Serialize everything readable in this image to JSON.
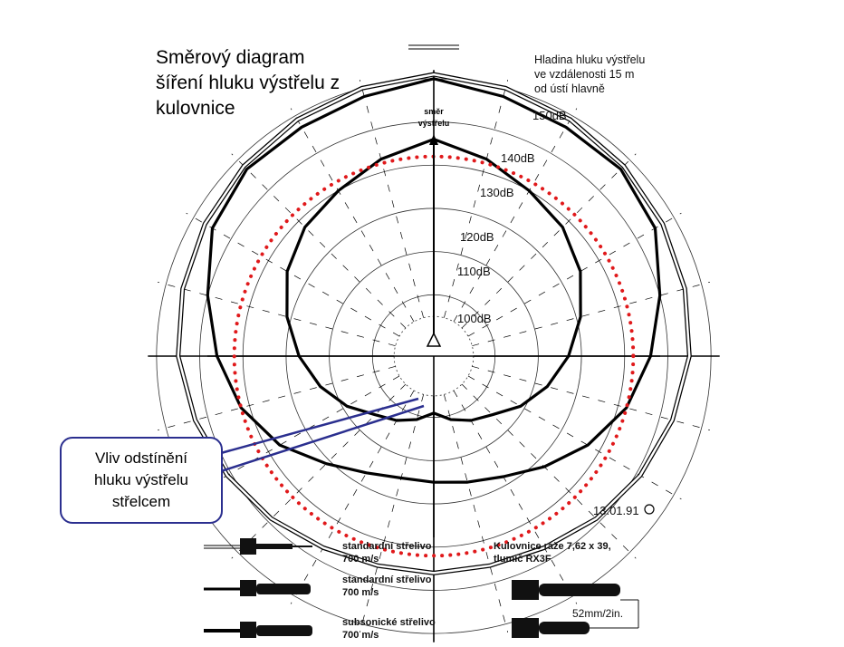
{
  "title": "Směrový diagram\nšíření hluku výstřelu z\nkulovnice",
  "note": "Hladina hluku výstřelu\nve vzdálenosti 15 m\nod ústí hlavně",
  "direction_label": "směr\nvýstřelu",
  "callout": "Vliv odstínění\nhluku výstřelu\nstřelcem",
  "date_stamp": "13.01.91",
  "legend": {
    "items": [
      {
        "label": "standardní střelivo\n700 m/s",
        "line": "double"
      },
      {
        "label": "standardní střelivo\n700 m/s",
        "line": "thick"
      },
      {
        "label": "subsonické střelivo\n700 m/s",
        "line": "thick"
      }
    ],
    "rifle": "Kulovnice ráže 7,62 x 39,\ntlumič RX3F",
    "dimension": "52mm/2in."
  },
  "colors": {
    "reference_circle": "#e0191b",
    "callout_border": "#2b2f8f",
    "lines": "#000000"
  },
  "chart_data": {
    "type": "polar",
    "unit": "dB",
    "rings": [
      100,
      110,
      120,
      130,
      140,
      150
    ],
    "ring_labels": [
      "100dB",
      "110dB",
      "120dB",
      "130dB",
      "140dB",
      "150dB"
    ],
    "angle_step_deg": 15,
    "series": [
      {
        "style": "double-thin",
        "angles_deg": [
          0,
          15,
          30,
          45,
          60,
          75,
          90,
          105,
          120,
          135,
          150,
          165,
          180,
          195,
          210,
          225,
          240,
          255,
          270,
          285,
          300,
          315,
          330,
          345
        ],
        "values": [
          151,
          150,
          149,
          148,
          147,
          146,
          145,
          143,
          141,
          139,
          137,
          136,
          136,
          136,
          137,
          139,
          141,
          143,
          145,
          146,
          147,
          148,
          149,
          150
        ]
      },
      {
        "style": "thick-outer",
        "angles_deg": [
          0,
          15,
          30,
          45,
          60,
          75,
          90,
          105,
          120,
          135,
          150,
          165,
          180,
          195,
          210,
          225,
          240,
          255,
          270,
          285,
          300,
          315,
          330,
          345
        ],
        "values": [
          150,
          148,
          147,
          147,
          145,
          140,
          136,
          132,
          127,
          122,
          118,
          116,
          115,
          115,
          117,
          121,
          127,
          132,
          136,
          140,
          145,
          147,
          147,
          148
        ]
      },
      {
        "style": "thick-inner",
        "angles_deg": [
          0,
          15,
          30,
          45,
          60,
          75,
          90,
          105,
          120,
          135,
          150,
          165,
          180,
          195,
          210,
          225,
          240,
          255,
          270,
          285,
          300,
          315,
          330,
          345
        ],
        "values": [
          136,
          133,
          130,
          128,
          125,
          121,
          117,
          113,
          109,
          105,
          103,
          101,
          99,
          101,
          103,
          105,
          109,
          113,
          117,
          121,
          125,
          128,
          130,
          133
        ]
      },
      {
        "style": "red-dotted",
        "name": "",
        "constant": 132
      }
    ]
  }
}
